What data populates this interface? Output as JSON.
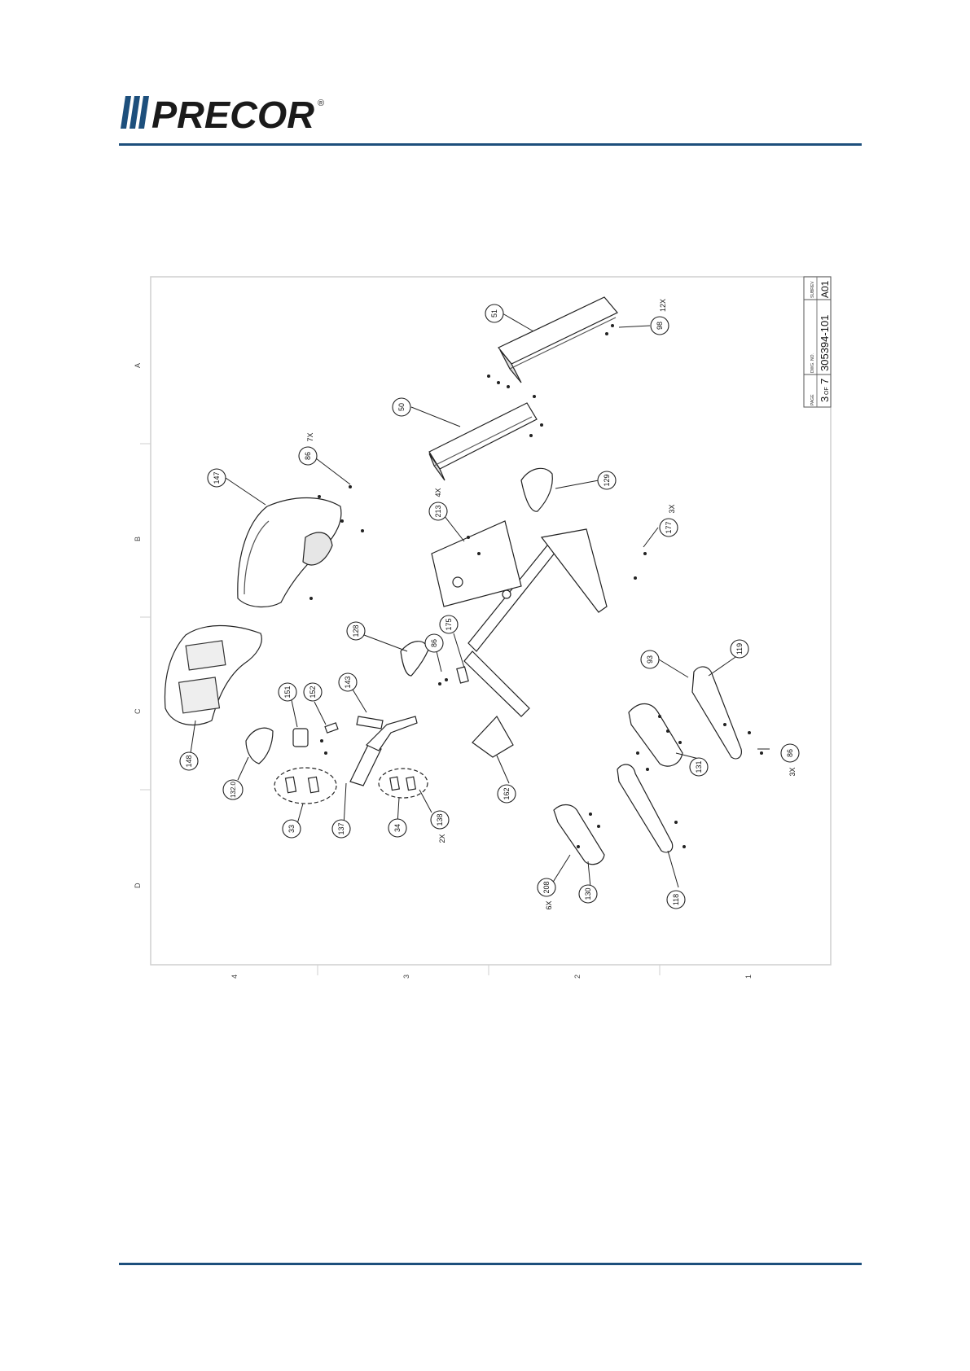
{
  "brand": {
    "name": "PRECOR",
    "registered_mark": "®",
    "color": "#1d4f7c"
  },
  "drawing": {
    "row_labels": [
      "A",
      "B",
      "C",
      "D"
    ],
    "column_labels": [
      "4",
      "3",
      "2",
      "1"
    ],
    "title_block": {
      "page_label": "PAGE",
      "page_value": "3",
      "page_of": "OF",
      "page_total": "7",
      "dwg_label": "DWG. NO.",
      "dwg_value": "305394-101",
      "rev_label": "SUBREV",
      "rev_value": "A01"
    },
    "callouts": [
      {
        "id": "51",
        "label": "51"
      },
      {
        "id": "98",
        "label": "98",
        "qty": "12X"
      },
      {
        "id": "50",
        "label": "50"
      },
      {
        "id": "86a",
        "label": "86",
        "qty": "7X"
      },
      {
        "id": "147",
        "label": "147"
      },
      {
        "id": "213",
        "label": "213",
        "qty": "4X"
      },
      {
        "id": "129",
        "label": "129"
      },
      {
        "id": "177",
        "label": "177",
        "qty": "3X"
      },
      {
        "id": "128",
        "label": "128"
      },
      {
        "id": "86b",
        "label": "86"
      },
      {
        "id": "175",
        "label": "175"
      },
      {
        "id": "93",
        "label": "93"
      },
      {
        "id": "119",
        "label": "119"
      },
      {
        "id": "143",
        "label": "143"
      },
      {
        "id": "151",
        "label": "151"
      },
      {
        "id": "152",
        "label": "152"
      },
      {
        "id": "148",
        "label": "148"
      },
      {
        "id": "132",
        "label": "132.0"
      },
      {
        "id": "33",
        "label": "33"
      },
      {
        "id": "137",
        "label": "137"
      },
      {
        "id": "34",
        "label": "34"
      },
      {
        "id": "138",
        "label": "138",
        "qty": "2X"
      },
      {
        "id": "162",
        "label": "162"
      },
      {
        "id": "131",
        "label": "131"
      },
      {
        "id": "86c",
        "label": "86",
        "qty": "3X"
      },
      {
        "id": "208",
        "label": "208",
        "qty": "6X"
      },
      {
        "id": "130",
        "label": "130"
      },
      {
        "id": "118",
        "label": "118"
      }
    ]
  }
}
